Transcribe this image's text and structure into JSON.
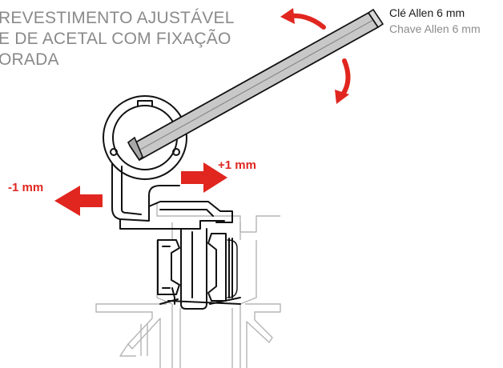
{
  "title_lines": [
    "REVESTIMENTO AJUSTÁVEL",
    "E DE ACETAL COM FIXAÇÃO",
    "ORADA"
  ],
  "tool": {
    "name_primary": "Clé Allen 6 mm",
    "name_secondary": "Chave Allen 6 mm"
  },
  "adjustments": {
    "minus": "-1 mm",
    "plus": "+1 mm"
  },
  "colors": {
    "arrow": "#e0261f",
    "title": "#8a8a8a",
    "outline": "#111111",
    "ghost_outline": "#b5b5b5",
    "key_fill": "#c8c8c8"
  }
}
